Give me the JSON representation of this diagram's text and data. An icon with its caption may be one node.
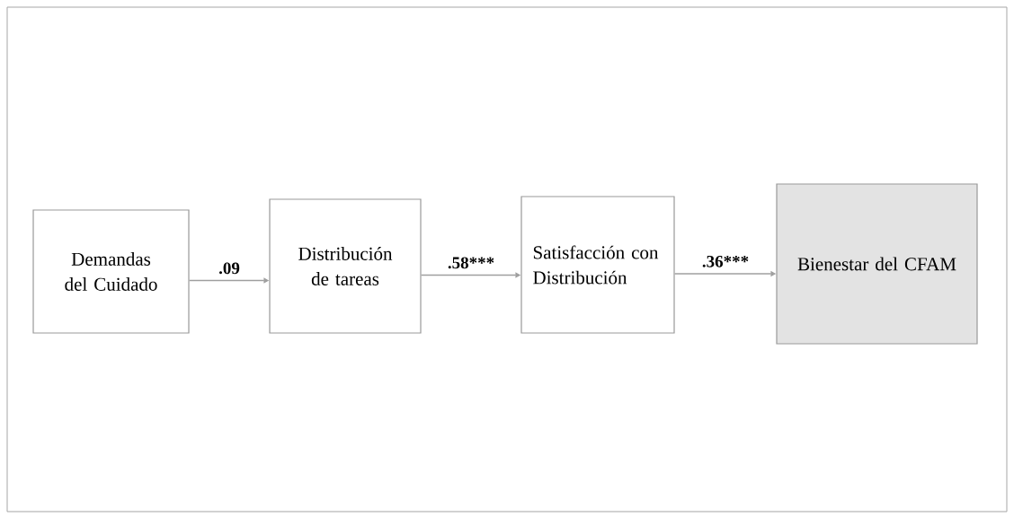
{
  "diagram": {
    "nodes": [
      {
        "text": [
          "Demandas del Cuidado"
        ]
      },
      {
        "text": [
          "Distribución de tareas"
        ]
      },
      {
        "text": [
          "Satisfacción con Distribución"
        ]
      },
      {
        "text": [
          "Bienestar del CFAM"
        ]
      }
    ],
    "edges": [
      {
        "from": 0,
        "to": 1,
        "arrow": "to",
        "label": ".09"
      },
      {
        "from": 1,
        "to": 2,
        "arrow": "to",
        "label": ".58***"
      },
      {
        "from": 2,
        "to": 3,
        "arrow": "to",
        "label": ".36***"
      }
    ]
  }
}
